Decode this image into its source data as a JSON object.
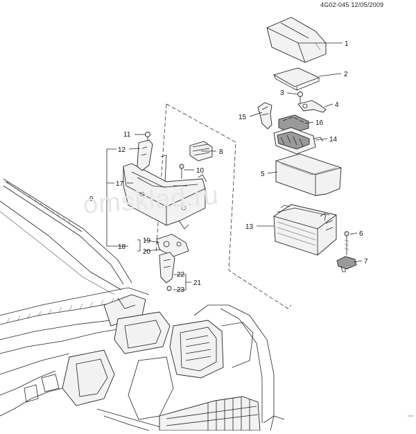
{
  "header": {
    "ref": "4G02-045 12/05/2009"
  },
  "watermark": {
    "text": "omsklad.ru"
  },
  "callouts": [
    {
      "id": "c1",
      "label": "1"
    },
    {
      "id": "c2",
      "label": "2"
    },
    {
      "id": "c3",
      "label": "3"
    },
    {
      "id": "c4",
      "label": "4"
    },
    {
      "id": "c5",
      "label": "5"
    },
    {
      "id": "c6",
      "label": "6"
    },
    {
      "id": "c7",
      "label": "7"
    },
    {
      "id": "c8",
      "label": "8"
    },
    {
      "id": "c9",
      "label": "9"
    },
    {
      "id": "c10",
      "label": "10"
    },
    {
      "id": "c11",
      "label": "11"
    },
    {
      "id": "c12",
      "label": "12"
    },
    {
      "id": "c13",
      "label": "13"
    },
    {
      "id": "c14",
      "label": "14"
    },
    {
      "id": "c15",
      "label": "15"
    },
    {
      "id": "c16",
      "label": "16"
    },
    {
      "id": "c17",
      "label": "17"
    },
    {
      "id": "c18",
      "label": "18"
    },
    {
      "id": "c19",
      "label": "19"
    },
    {
      "id": "c20",
      "label": "20"
    },
    {
      "id": "c21",
      "label": "21"
    },
    {
      "id": "c22",
      "label": "22"
    },
    {
      "id": "c23",
      "label": "23"
    }
  ]
}
